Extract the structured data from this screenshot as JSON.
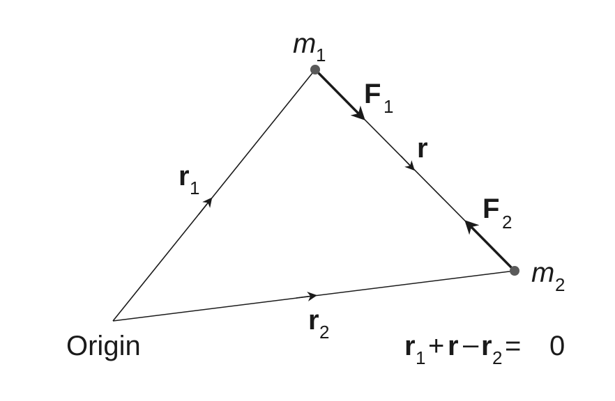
{
  "labels": {
    "m1": "m",
    "m1_sub": "1",
    "m2": "m",
    "m2_sub": "2",
    "F1": "F",
    "F1_sub": "1",
    "F2": "F",
    "F2_sub": "2",
    "r": "r",
    "r1": "r",
    "r1_sub": "1",
    "r2": "r",
    "r2_sub": "2",
    "origin": "Origin"
  },
  "equation": {
    "r1": "r",
    "r1_sub": "1",
    "plus": "+",
    "r": "r",
    "minus": "–",
    "r2": "r",
    "r2_sub": "2",
    "equals": "=",
    "zero": "0"
  },
  "colors": {
    "line": "#1a1a1a",
    "mass": "#5a5a5a"
  }
}
